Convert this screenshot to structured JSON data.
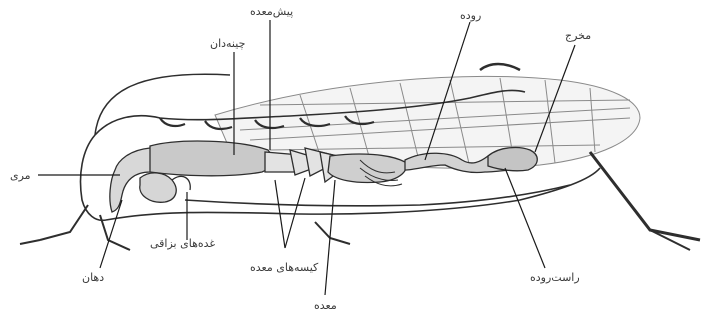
{
  "labels": {
    "foregut": "پیش‌معده",
    "crop": "چینه‌دان",
    "intestine": "روده",
    "anus": "مخرج",
    "esophagus": "مری",
    "salivary_glands": "غده‌های بزاقی",
    "mouth": "دهان",
    "gastric_caeca": "کیسه‌های معده",
    "stomach": "معده",
    "rectum": "راست‌روده"
  },
  "colors": {
    "outline": "#2e2e2e",
    "organ_fill": "#c9c9c9",
    "organ_light": "#e3e3e3",
    "wing": "#8a8a8a",
    "label_line": "#1a1a1a"
  }
}
